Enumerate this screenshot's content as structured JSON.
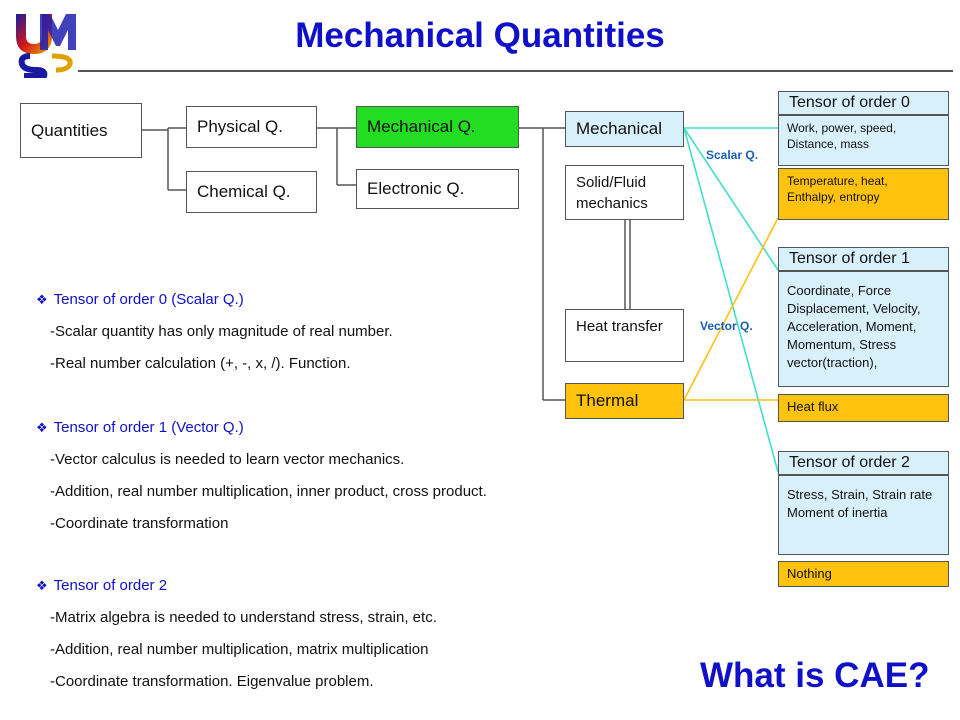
{
  "title": "Mechanical Quantities",
  "logo": {
    "letters": "UMS"
  },
  "tree": {
    "quantities": "Quantities",
    "physical": "Physical Q.",
    "chemical": "Chemical Q.",
    "mechanical_q": "Mechanical Q.",
    "electronic": "Electronic Q.",
    "mechanical": "Mechanical",
    "solid_fluid": "Solid/Fluid mechanics",
    "heat_transfer": "Heat transfer",
    "thermal": "Thermal"
  },
  "connector_labels": {
    "scalar": "Scalar Q.",
    "vector": "Vector Q."
  },
  "tensors": [
    {
      "header": "Tensor of order 0",
      "mechanical": "Work, power, speed, Distance, mass",
      "thermal": "Temperature, heat, Enthalpy, entropy"
    },
    {
      "header": "Tensor of order 1",
      "mechanical": "Coordinate, Force Displacement, Velocity, Acceleration, Moment, Momentum, Stress vector(traction),",
      "thermal": "Heat flux"
    },
    {
      "header": "Tensor of order 2",
      "mechanical": "Stress, Strain, Strain rate Moment of inertia",
      "thermal": "Nothing"
    }
  ],
  "notes": [
    {
      "heading": "Tensor of order 0 (Scalar Q.)",
      "lines": [
        "-Scalar quantity has only magnitude of real number.",
        "-Real number calculation (+, -, x, /). Function."
      ]
    },
    {
      "heading": "Tensor of order 1 (Vector Q.)",
      "lines": [
        "-Vector calculus is needed to learn vector mechanics.",
        "-Addition, real number multiplication, inner product, cross product.",
        "-Coordinate transformation"
      ]
    },
    {
      "heading": "Tensor of order 2",
      "lines": [
        "-Matrix algebra is needed to understand stress, strain, etc.",
        "-Addition, real number multiplication, matrix multiplication",
        "-Coordinate transformation. Eigenvalue problem."
      ]
    }
  ],
  "footer": "What is CAE?",
  "colors": {
    "title": "#1010c8",
    "green": "#22dd22",
    "orange": "#ffc20e",
    "light_blue": "#d8f0fa",
    "cyan_line": "#40e0c8",
    "orange_line": "#ffc20e"
  }
}
